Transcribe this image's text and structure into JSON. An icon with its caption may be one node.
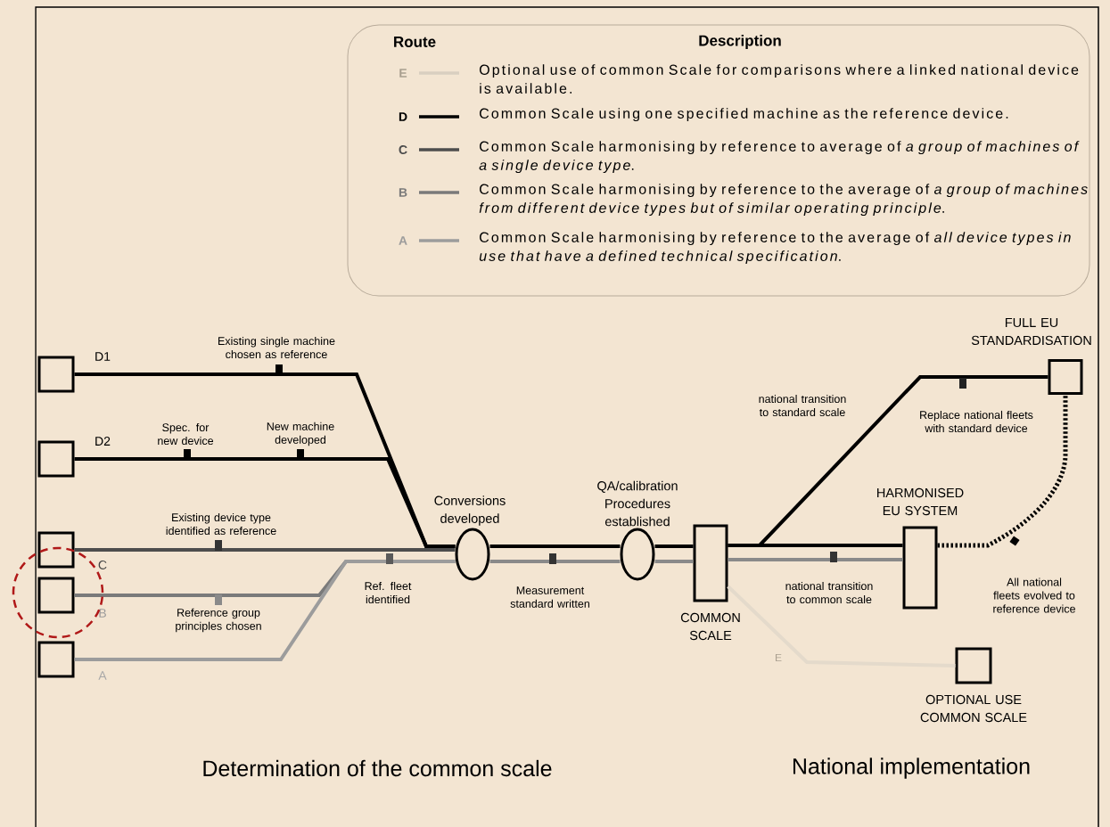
{
  "diagram": {
    "nodes": [
      {
        "text": [],
        "shape": "box",
        "beside": [
          "D1"
        ]
      },
      {
        "text": [],
        "shape": "box",
        "beside": [
          "D2"
        ]
      },
      {
        "text": [],
        "shape": "box",
        "beside": [
          "C"
        ]
      },
      {
        "text": [],
        "shape": "box",
        "beside": [
          "B"
        ]
      },
      {
        "text": [],
        "shape": "box",
        "beside": [
          "A"
        ]
      },
      {
        "text": [
          "Conversions developed"
        ]
      },
      {
        "text": [
          "QA/calibration Procedures established"
        ]
      },
      {
        "text": [
          "COMMON SCALE"
        ]
      },
      {
        "text": [
          "HARMONISED EU SYSTEM"
        ]
      },
      {
        "text": [
          "FULL EU STANDARDISATION"
        ]
      },
      {
        "text": [
          "OPTIONAL USE COMMON SCALE"
        ]
      }
    ],
    "edges": [
      {
        "from": 0,
        "to": 5,
        "arrow": "none"
      },
      {
        "from": 1,
        "to": 5,
        "arrow": "none"
      },
      {
        "from": 2,
        "to": 5,
        "arrow": "none",
        "color": "#4d4d4d"
      },
      {
        "from": 3,
        "to": 5,
        "arrow": "none",
        "color": "#7a7a7a"
      },
      {
        "from": 4,
        "to": 5,
        "arrow": "none",
        "color": "#9c9c9c"
      },
      {
        "from": 5,
        "to": 6,
        "arrow": "none"
      },
      {
        "from": 6,
        "to": 7,
        "arrow": "none"
      },
      {
        "from": 7,
        "to": 8,
        "arrow": "none"
      },
      {
        "from": 7,
        "to": 9,
        "arrow": "none"
      },
      {
        "from": 8,
        "to": 9,
        "arrow": "none",
        "style": "dashed"
      },
      {
        "from": 7,
        "to": 10,
        "arrow": "none",
        "color": "#e4dacb"
      },
      {
        "from": 5,
        "to": 6,
        "arrow": "none",
        "color": "#8a8a8a"
      },
      {
        "from": 6,
        "to": 7,
        "arrow": "none",
        "color": "#8a8a8a"
      },
      {
        "from": 7,
        "to": 8,
        "arrow": "none",
        "color": "#8a8a8a"
      }
    ],
    "labels": [
      "Route",
      "Description",
      "E",
      "D",
      "C",
      "B",
      "A",
      "Existing single machine chosen as reference",
      "Spec. for new device",
      "New machine developed",
      "Existing device type identified as reference",
      "Reference group principles chosen",
      "Ref. fleet identified",
      "Measurement standard written",
      "national transition to standard scale",
      "Replace national fleets with standard device",
      "national transition to common scale",
      "All national fleets evolved to reference device",
      "E",
      "Determination of the common scale",
      "National implementation"
    ],
    "legend": [
      {
        "text": "Optional use of common Scale for comparisons where a linked national device is available."
      },
      {
        "text": "Common Scale using one specified machine as the reference device."
      },
      {
        "text": "Common Scale harmonising by reference to average of *a group of machines of a single device type*."
      },
      {
        "text": "Common Scale harmonising by reference to the average of *a group of machines from different device types but of similar operating principle*."
      },
      {
        "text": "Common Scale harmonising by reference to the average of *all device types in use that have a defined technical specification*."
      }
    ]
  }
}
